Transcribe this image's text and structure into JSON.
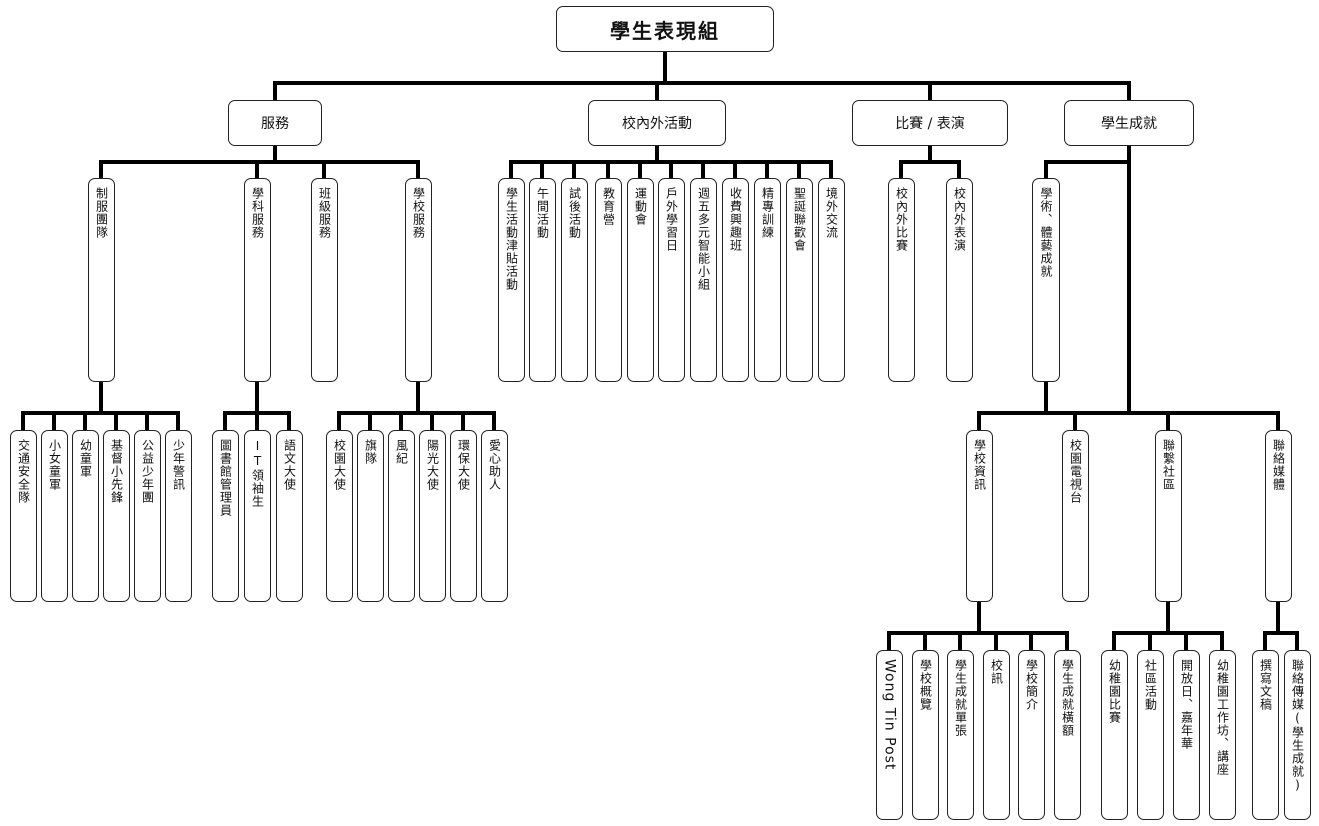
{
  "root": "學生表現組",
  "level1": [
    "服務",
    "校內外活動",
    "比賽 / 表演",
    "學生成就"
  ],
  "service": {
    "groups": [
      "制服團隊",
      "學科服務",
      "班級服務",
      "學校服務"
    ],
    "uniform": [
      "交通安全隊",
      "小女童軍",
      "幼童軍",
      "基督小先鋒",
      "公益少年團",
      "少年警訊"
    ],
    "subject": [
      "圖書館管理員",
      "IT領袖生",
      "語文大使"
    ],
    "school": [
      "校園大使",
      "旗隊",
      "風紀",
      "陽光大使",
      "環保大使",
      "愛心助人"
    ]
  },
  "activities": [
    "學生活動津貼活動",
    "午間活動",
    "試後活動",
    "教育營",
    "運動會",
    "戶外學習日",
    "週五多元智能小組",
    "收費興趣班",
    "精專訓練",
    "聖誕聯歡會",
    "境外交流"
  ],
  "competition": [
    "校內外比賽",
    "校內外表演"
  ],
  "achievement": {
    "academic": "學術、體藝成就",
    "groups": [
      "學校資訊",
      "校園電視台",
      "聯繫社區",
      "聯絡媒體"
    ],
    "info": [
      "Wong Tin Post",
      "學校概覽",
      "學生成就單張",
      "校訊",
      "學校簡介",
      "學生成就橫額"
    ],
    "community": [
      "幼稚園比賽",
      "社區活動",
      "開放日、嘉年華",
      "幼稚園工作坊、講座"
    ],
    "media": [
      "撰寫文稿",
      "聯絡傳媒(學生成就)"
    ]
  }
}
